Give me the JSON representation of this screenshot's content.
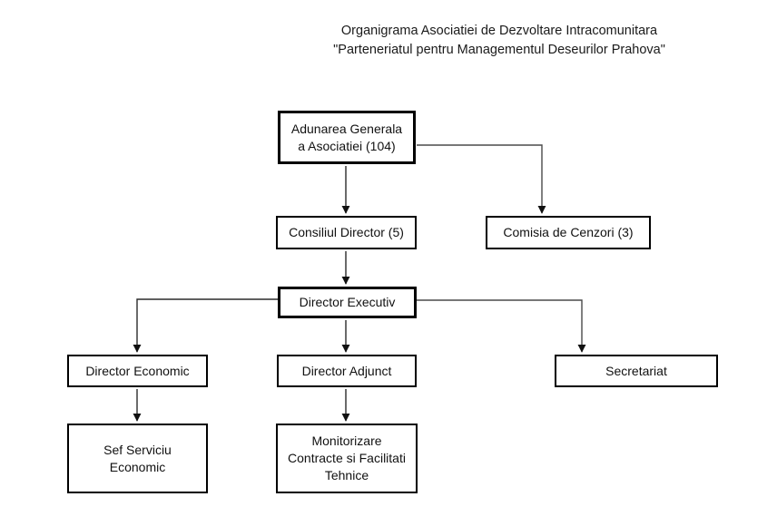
{
  "title": {
    "line1": "Organigrama Asociatiei de Dezvoltare Intracomunitara",
    "line2": "\"Parteneriatul pentru Managementul Deseurilor Prahova\""
  },
  "colors": {
    "background": "#ffffff",
    "box_border": "#000000",
    "text": "#1a1a1a",
    "connector": "#4a4a4a",
    "arrowhead": "#111111"
  },
  "nodes": {
    "adunarea_generala": {
      "label": "Adunarea Generala\na Asociatiei (104)"
    },
    "consiliul_director": {
      "label": "Consiliul Director (5)"
    },
    "comisia_cenzori": {
      "label": "Comisia de Cenzori (3)"
    },
    "director_executiv": {
      "label": "Director Executiv"
    },
    "director_economic": {
      "label": "Director Economic"
    },
    "director_adjunct": {
      "label": "Director Adjunct"
    },
    "secretariat": {
      "label": "Secretariat"
    },
    "sef_serviciu_economic": {
      "label": "Sef Serviciu\nEconomic"
    },
    "monitorizare_contracte": {
      "label": "Monitorizare\nContracte si Facilitati\nTehnice"
    }
  },
  "edges": [
    {
      "from": "adunarea_generala",
      "to": "consiliul_director"
    },
    {
      "from": "adunarea_generala",
      "to": "comisia_cenzori"
    },
    {
      "from": "consiliul_director",
      "to": "director_executiv"
    },
    {
      "from": "director_executiv",
      "to": "director_economic"
    },
    {
      "from": "director_executiv",
      "to": "director_adjunct"
    },
    {
      "from": "director_executiv",
      "to": "secretariat"
    },
    {
      "from": "director_economic",
      "to": "sef_serviciu_economic"
    },
    {
      "from": "director_adjunct",
      "to": "monitorizare_contracte"
    }
  ]
}
